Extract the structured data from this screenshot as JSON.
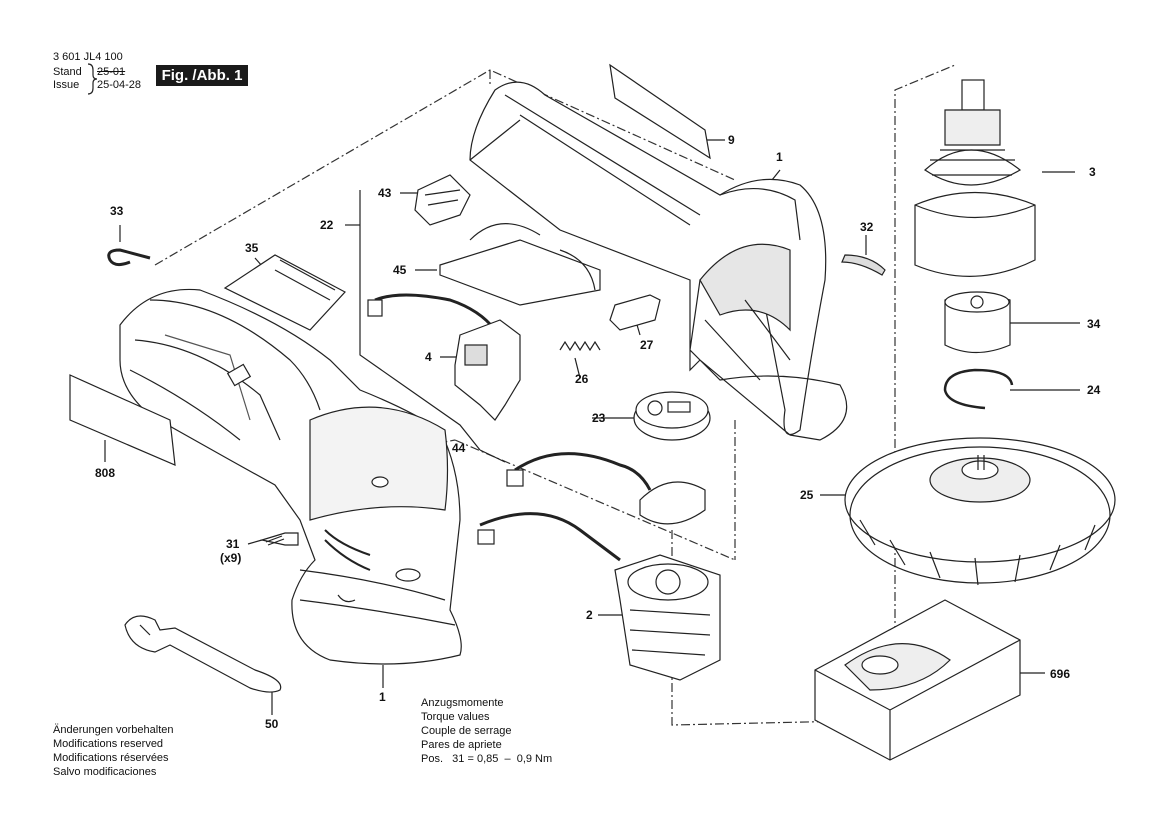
{
  "header": {
    "part_number": "3 601 JL4 100",
    "stand_label": "Stand",
    "issue_label": "Issue",
    "stand_value": "25-01",
    "issue_value": "25-04-28",
    "figure_label": "Fig. /Abb. 1"
  },
  "parts": {
    "p1a": "1",
    "p1b": "1",
    "p2": "2",
    "p3": "3",
    "p4": "4",
    "p9": "9",
    "p22": "22",
    "p23": "23",
    "p24": "24",
    "p25": "25",
    "p26": "26",
    "p27": "27",
    "p31": "31",
    "p31q": "(x9)",
    "p32": "32",
    "p33": "33",
    "p34": "34",
    "p35": "35",
    "p43": "43",
    "p44": "44",
    "p45": "45",
    "p50": "50",
    "p696": "696",
    "p808": "808"
  },
  "notes": {
    "lines": [
      "Änderungen vorbehalten",
      "Modifications reserved",
      "Modifications réservées",
      "Salvo modificaciones"
    ]
  },
  "torque": {
    "lines": [
      "Anzugsmomente",
      "Torque values",
      "Couple de serrage",
      "Pares de apriete",
      "Pos.   31 = 0,85  –  0,9 Nm"
    ]
  },
  "colors": {
    "line": "#222222",
    "shade": "#cfcfcf",
    "dark": "#555555"
  }
}
